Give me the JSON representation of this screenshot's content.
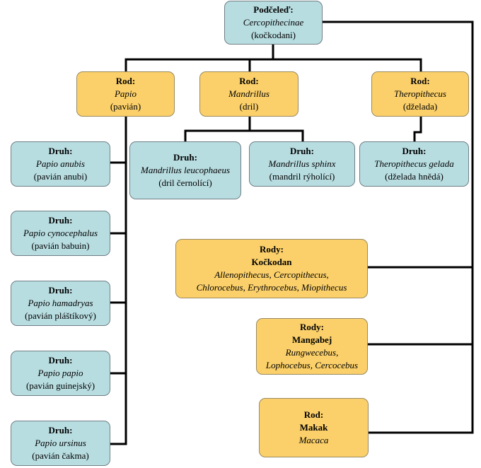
{
  "subfamily": {
    "label": "Podčeleď:",
    "name": "Cercopithecinae",
    "common": "(kočkodani)"
  },
  "genera": [
    {
      "label": "Rod:",
      "name": "Papio",
      "common": "(pavián)"
    },
    {
      "label": "Rod:",
      "name": "Mandrillus",
      "common": "(dril)"
    },
    {
      "label": "Rod:",
      "name": "Theropithecus",
      "common": "(dželada)"
    }
  ],
  "species": [
    {
      "label": "Druh:",
      "name": "Papio anubis",
      "common": "(pavián anubi)"
    },
    {
      "label": "Druh:",
      "name": "Papio cynocephalus",
      "common": "(pavián babuin)"
    },
    {
      "label": "Druh:",
      "name": "Papio hamadryas",
      "common": "(pavián pláštíkový)"
    },
    {
      "label": "Druh:",
      "name": "Papio papio",
      "common": "(pavián guinejský)"
    },
    {
      "label": "Druh:",
      "name": "Papio ursinus",
      "common": "(pavián čakma)"
    },
    {
      "label": "Druh:",
      "name": "Mandrillus leucophaeus",
      "common": "(dril černolící)"
    },
    {
      "label": "Druh:",
      "name": "Mandrillus sphinx",
      "common": "(mandril rýholící)"
    },
    {
      "label": "Druh:",
      "name": "Theropithecus gelada",
      "common": "(dželada hnědá)"
    }
  ],
  "other_groups": [
    {
      "label": "Rody:",
      "title": "Kočkodan",
      "members": [
        "Allenopithecus, Cercopithecus,",
        "Chlorocebus, Erythrocebus, Miopithecus"
      ]
    },
    {
      "label": "Rody:",
      "title": "Mangabej",
      "members": [
        "Rungwecebus,",
        "Lophocebus, Cercocebus"
      ]
    },
    {
      "label": "Rod:",
      "title": "Makak",
      "members": [
        "Macaca"
      ]
    }
  ],
  "colors": {
    "species_box": "#b8dde1",
    "genus_box": "#fbd06a",
    "connector": "#000000"
  }
}
